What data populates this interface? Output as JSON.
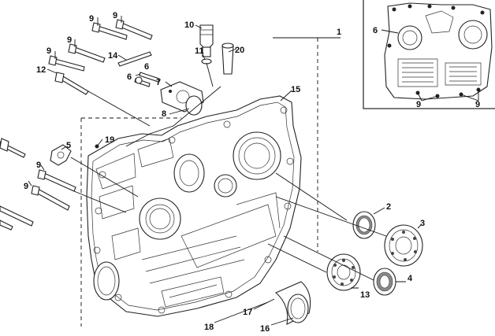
{
  "callouts": [
    {
      "id": "c9a",
      "text": "9"
    },
    {
      "id": "c9b",
      "text": "9"
    },
    {
      "id": "c9c",
      "text": "9"
    },
    {
      "id": "c9d",
      "text": "9"
    },
    {
      "id": "c9e",
      "text": "9"
    },
    {
      "id": "c9f",
      "text": "9"
    },
    {
      "id": "c10",
      "text": "10"
    },
    {
      "id": "c1",
      "text": "1"
    },
    {
      "id": "c11",
      "text": "11"
    },
    {
      "id": "c20",
      "text": "20"
    },
    {
      "id": "c14",
      "text": "14"
    },
    {
      "id": "c12",
      "text": "12"
    },
    {
      "id": "c6a",
      "text": "6"
    },
    {
      "id": "c6b",
      "text": "6"
    },
    {
      "id": "c7",
      "text": "7"
    },
    {
      "id": "c8",
      "text": "8"
    },
    {
      "id": "c15",
      "text": "15"
    },
    {
      "id": "c19",
      "text": "19"
    },
    {
      "id": "c5",
      "text": "5"
    },
    {
      "id": "c2",
      "text": "2"
    },
    {
      "id": "c3",
      "text": "3"
    },
    {
      "id": "c13",
      "text": "13"
    },
    {
      "id": "c4",
      "text": "4"
    },
    {
      "id": "c17",
      "text": "17"
    },
    {
      "id": "c18",
      "text": "18"
    },
    {
      "id": "c16",
      "text": "16"
    },
    {
      "id": "i6",
      "text": "6"
    },
    {
      "id": "i9a",
      "text": "9"
    },
    {
      "id": "i9b",
      "text": "9"
    }
  ]
}
